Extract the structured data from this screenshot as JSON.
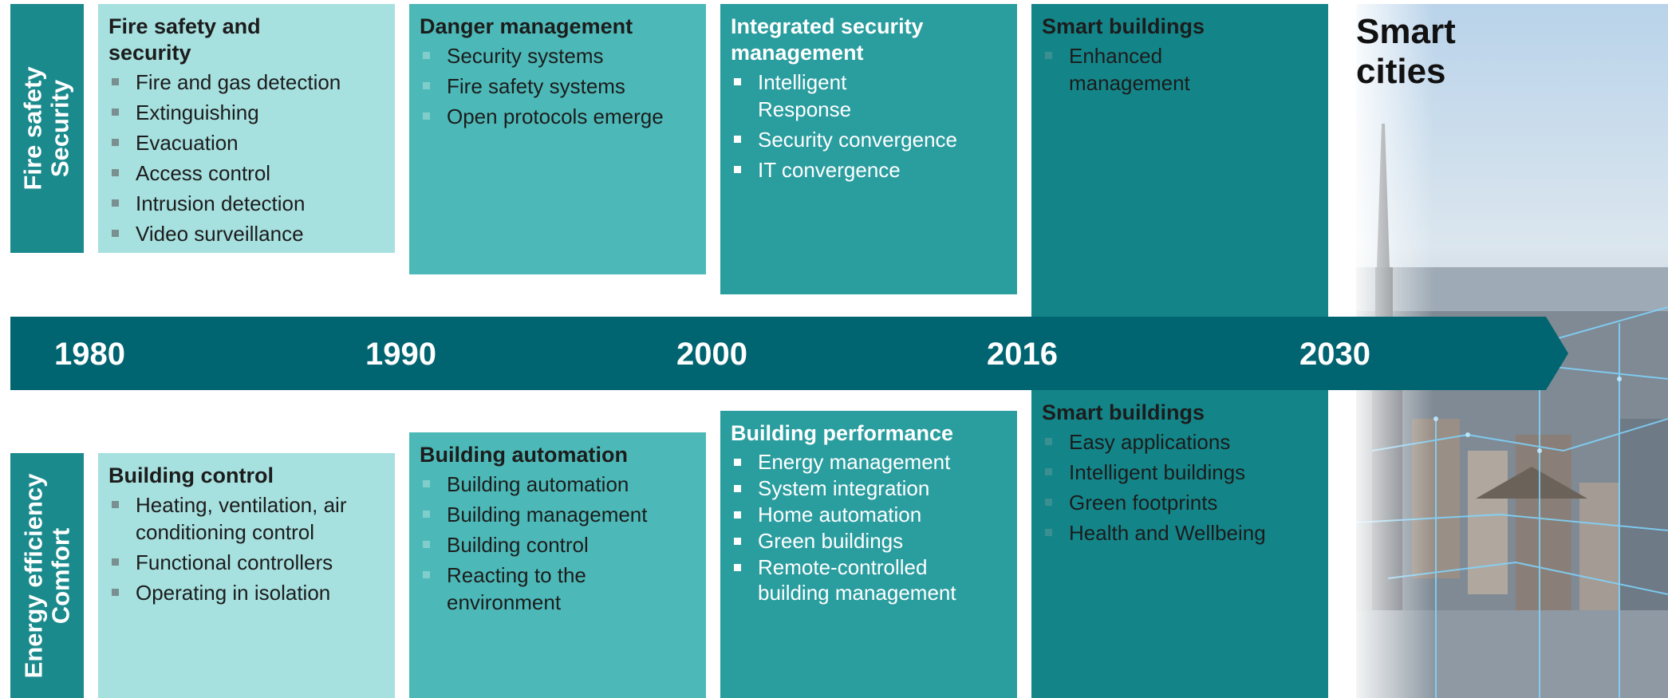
{
  "side_labels": {
    "top": [
      "Fire safety",
      "Security"
    ],
    "bottom": [
      "Energy efficiency",
      "Comfort"
    ]
  },
  "timeline_years": [
    "1980",
    "1990",
    "2000",
    "2016",
    "2030"
  ],
  "top_boxes": [
    {
      "title": "Fire safety and security",
      "items": [
        "Fire and gas detection",
        "Extinguishing",
        "Evacuation",
        "Access control",
        "Intrusion detection",
        "Video surveillance"
      ]
    },
    {
      "title": "Danger management",
      "items": [
        "Security systems",
        "Fire safety systems",
        "Open protocols emerge"
      ]
    },
    {
      "title": "Integrated security management",
      "items": [
        "Intelligent Response",
        "Security convergence",
        "IT convergence"
      ]
    },
    {
      "title": "Smart buildings",
      "items": [
        "Enhanced management"
      ]
    }
  ],
  "bottom_boxes": [
    {
      "title": "Building control",
      "items": [
        "Heating, ventilation, air conditioning control",
        "Functional controllers",
        "Operating in isolation"
      ]
    },
    {
      "title": "Building automation",
      "items": [
        "Building automation",
        "Building management",
        "Building control",
        "Reacting to the environment"
      ]
    },
    {
      "title": "Building performance",
      "items": [
        "Energy management",
        "System integration",
        "Home automation",
        "Green buildings",
        "Remote-controlled building management"
      ]
    },
    {
      "title": "Smart buildings",
      "items": [
        "Easy applications",
        "Intelligent buildings",
        "Green footprints",
        "Health and Wellbeing"
      ]
    }
  ],
  "smart_cities": {
    "title": "Smart cities",
    "image": "city-skyline-photo"
  },
  "colors": {
    "side_label": "#1a8a8d",
    "box_1980": "#a6e0df",
    "box_1990": "#4cb9b8",
    "box_2000": "#2a9d9f",
    "box_2016": "#138589",
    "timeline": "#016471"
  }
}
